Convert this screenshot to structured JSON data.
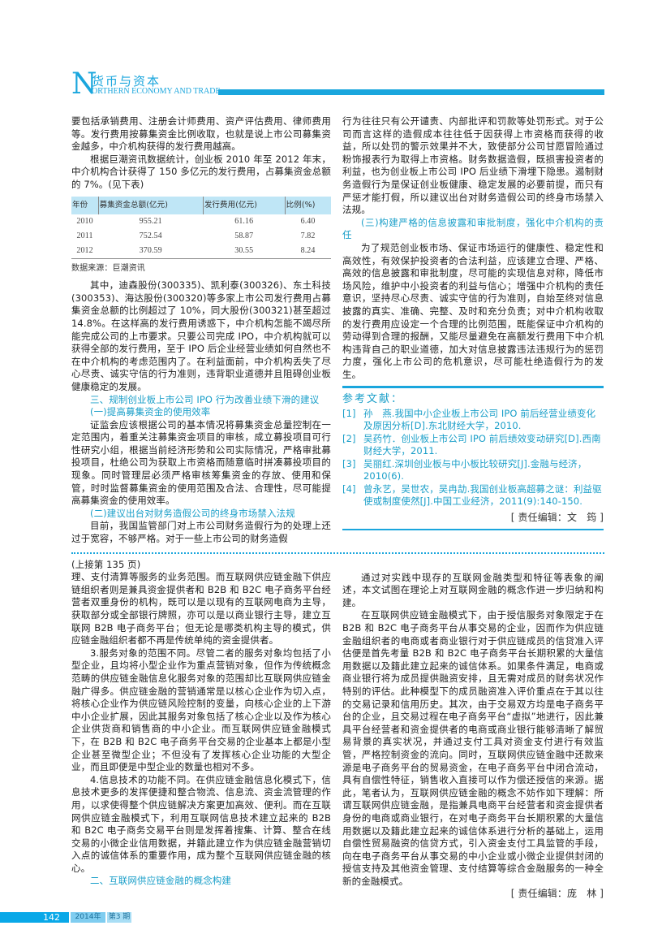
{
  "header": {
    "letter": "N",
    "title_cn": "货币与资本",
    "title_en": "ORTHERN ECONOMY AND TRADE"
  },
  "top_left": {
    "p1": "要包括承销费用、注册会计师费用、资产评估费用、律师费用等。发行费用按募集资金比例收取，也就是说上市公司募集资金越多，中介机构获得的发行费用越高。",
    "p2": "根据巨潮资讯数据统计，创业板 2010 年至 2012 年末，中介机构合计获得了 150 多亿元的发行费用，占募集资金总额的 7%。(见下表)",
    "table": {
      "headers": [
        "年份",
        "募集资金总额(亿元)",
        "发行费用(亿元)",
        "比例(%)"
      ],
      "rows": [
        [
          "2010",
          "955.21",
          "61.16",
          "6.40"
        ],
        [
          "2011",
          "752.54",
          "58.87",
          "7.82"
        ],
        [
          "2012",
          "370.59",
          "30.55",
          "8.24"
        ]
      ],
      "source": "数据来源：巨潮资讯"
    },
    "p3": "其中，迪森股份(300335)、凯利泰(300326)、东土科技(300353)、海达股份(300320)等多家上市公司发行费用占募集资金总额的比例超过了 10%，同大股份(300321)甚至超过 14.8%。在这样高的发行费用诱惑下，中介机构怎能不竭尽所能完成公司的上市要求。只要公司完成 IPO，中介机构就可以获得全部的发行费用，至于 IPO 后企业经营业绩如何自然也不在中介机构的考虑范围内了。在利益面前，中介机构丢失了尽心尽责、诚实守信的行为准则，违背职业道德并且阻碍创业板健康稳定的发展。",
    "h1": "三、规制创业板上市公司 IPO 行为改善业绩下滑的建议",
    "h2": "(一)提高募集资金的使用效率",
    "p4": "证监会应该根据公司的基本情况将募集资金总量控制在一定范围内，着重关注募集资金项目的审核，成立募投项目可行性研究小组，根据当前经济形势和公司实际情况，严格审批募投项目，杜绝公司为获取上市资格而随意临时拼凑募投项目的现象。同时管理层必须严格审核筹集资金的存放、使用和保管，时时监督募集资金的使用范围及合法、合理性，尽可能提高募集资金的使用效率。",
    "h3": "(二)建议出台对财务造假公司的终身市场禁入法规",
    "p5": "目前，我国监管部门对上市公司财务造假行为的处理上还过于宽容，不够严格。对于一些上市公司的财务造假"
  },
  "top_right": {
    "p1": "行为往往只有公开谴责、内部批评和罚款等处罚形式。对于公司而言这样的造假成本往往低于因获得上市资格而获得的收益，所以处罚的警示效果并不大，致使部分公司甘愿冒险通过粉饰报表行为取得上市资格。财务数据造假，既损害投资者的利益，也为创业板上市公司 IPO 后业绩下滑埋下隐患。遏制财务造假行为是保证创业板健康、稳定发展的必要前提，而只有严惩才能打假，所以建议出台对财务造假公司的终身市场禁入法规。",
    "h1": "(三)构建严格的信息披露和审批制度，强化中介机构的责任",
    "p2": "为了规范创业板市场、保证市场运行的健康性、稳定性和高效性，有效保护投资者的合法利益，应该建立合理、严格、高效的信息披露和审批制度，尽可能的实现信息对称，降低市场风险，维护中小投资者的利益与信心；增强中介机构的责任意识，坚持尽心尽责、诚实守信的行为准则，自始至终对信息披露的真实、准确、完整、及时和充分负责；对中介机构收取的发行费用应设定一个合理的比例范围，既能保证中介机构的劳动得到合理的报酬，又能尽量避免在高额发行费用下中介机构违背自己的职业道德，加大对信息披露违法违规行为的惩罚力度，强化上市公司的危机意识，尽可能杜绝造假行为的发生。"
  },
  "references": {
    "title": "参考文献：",
    "items": [
      {
        "n": "[1]",
        "t": "孙　燕.我国中小企业板上市公司 IPO 前后经营业绩变化及原因分析[D].东北财经大学，2010."
      },
      {
        "n": "[2]",
        "t": "吴药竹．创业板上市公司 IPO 前后绩效变动研究[D].西南财经大学，2011."
      },
      {
        "n": "[3]",
        "t": "吴丽红.深圳创业板与中小板比较研究[J].金融与经济，2010(6)."
      },
      {
        "n": "[4]",
        "t": "曾永艺，吴世农，吴冉劼.我国创业板高超募之谜：利益驱使或制度使然[J].中国工业经济，2011(9):140-150."
      }
    ],
    "editor": "[ 责任编辑：文　筠 ]"
  },
  "bottom_left": {
    "continued": "(上接第 135 页)",
    "p1": "理、支付清算等服务的业务范围。而互联网供应链金融下供应链组织者则是兼具资金提供者和 B2B 和 B2C 电子商务平台经营者双重身份的机构，既可以是以现有的互联网电商为主导，获取部分或全部银行牌照，亦可以是以商业银行主导，建立互联网 B2B 电子商务平台；但无论是哪类机构主导的模式，供应链金融组织者都不再是传统单纯的资金提供者。",
    "p2": "3.服务对象的范围不同。尽管二者的服务对象均包括了小型企业，且均将小型企业作为重点营销对象，但作为传统概念范畴的供应链金融信息化服务对象的范围却比互联网供应链金融广得多。供应链金融的营销通常是以核心企业作为切入点，将核心企业作为供应链风险控制的变量，向核心企业的上下游中小企业扩展，因此其服务对象包括了核心企业以及作为核心企业供货商和销售商的中小企业。而互联网供应链金融模式下，在 B2B 和 B2C 电子商务平台交易的企业基本上都是小型企业甚至微型企业；不但没有了发挥核心企业功能的大型企业，而且即便是中型企业的数量也相对不多。",
    "p3": "4.信息技术的功能不同。在供应链金融信息化模式下，信息技术更多的发挥便捷和整合物流、信息流、资金流管理的作用，以求使得整个供应链解决方案更加高效、便利。而在互联网供应链金融模式下，利用互联网信息技术建立起来的 B2B 和 B2C 电子商务交易平台则是发挥着搜集、计算、整合在线交易的小微企业信用数据，并籍此建立作为供应链金融营销切入点的诚信体系的重要作用，成为整个互联网供应链金融的核心。",
    "h1": "二、互联网供应链金融的概念构建"
  },
  "bottom_right": {
    "p1": "通过对实践中现存的互联网金融类型和特征等表象的阐述，本文试图在理论上对互联网金融的概念作进一步归纳和构建。",
    "p2": "在互联网供应链金融模式下，由于授信服务对象限定于在 B2B 和 B2C 电子商务平台从事交易的企业，因而作为供应链金融组织者的电商或者商业银行对于供应链成员的信贷准入评估便是首先考量 B2B 和 B2C 电子商务平台长期积累的大量信用数据以及籍此建立起来的诚信体系。如果条件满足，电商或商业银行将为成员提供融资安排，且无需对成员的财务状况作特别的评估。此种模型下的成员融资准入评价重点在于其以往的交易记录和信用历史。其次，由于交易双方均是电子商务平台的企业，且交易过程在电子商务平台“虚拟”地进行，因此兼具平台经营者和资金提供者的电商或商业银行能够清晰了解贸易背景的真实状况，并通过支付工具对资金支付进行有效监管，严格控制资金的流向。同时，互联网供应链金融中还款来源是电子商务平台的贸易资金，在电子商务平台中闭合流动，具有自偿性特征，销售收入直接可以作为偿还授信的来源。据此，笔者认为，互联网供应链金融的概念不妨作如下理解：所谓互联网供应链金融，是指兼具电商平台经营者和资金提供者身份的电商或商业银行，在对电子商务平台长期积累的大量信用数据以及籍此建立起来的诚信体系进行分析的基础上，运用自偿性贸易融资的信贷方式，引入资金支付工具监管的手段，向在电子商务平台从事交易的中小企业或小微企业提供封闭的授信支持及其他资金管理、支付结算等综合金融服务的一种全新的金融模式。",
    "editor": "[ 责任编辑：庞　林 ]"
  },
  "footer": {
    "page": "142",
    "year": "2014年",
    "issue": "第3 期"
  },
  "colors": {
    "accent": "#1aa6dd"
  }
}
